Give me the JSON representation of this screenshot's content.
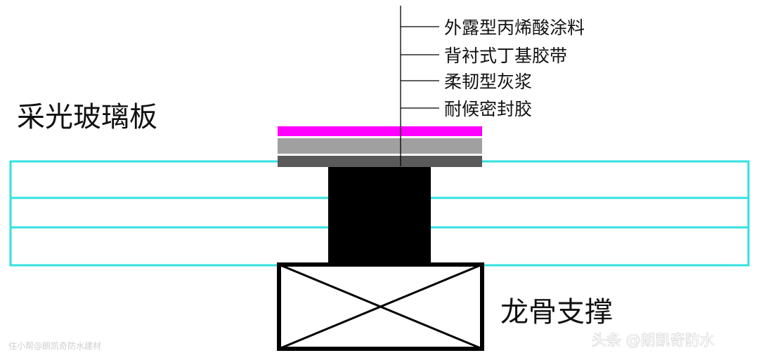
{
  "diagram": {
    "labels": {
      "panel": "采光玻璃板",
      "support": "龙骨支撑"
    },
    "callouts": [
      {
        "text": "外露型丙烯酸涂料"
      },
      {
        "text": "背衬式丁基胶带"
      },
      {
        "text": "柔韧型灰浆"
      },
      {
        "text": "耐候密封胶"
      }
    ],
    "colors": {
      "panel_outline": "#33e0e0",
      "acrylic_coating": "#ff00ff",
      "butyl_tape": "#a0a0a0",
      "flexible_mortar": "#5a5a5a",
      "sealant_block": "#000000",
      "keel": "#000000",
      "leader_line": "#000000"
    }
  },
  "watermarks": {
    "left": "住小帮@朗凯奇防水建材",
    "right": "头条 @朗凯奇防水"
  }
}
